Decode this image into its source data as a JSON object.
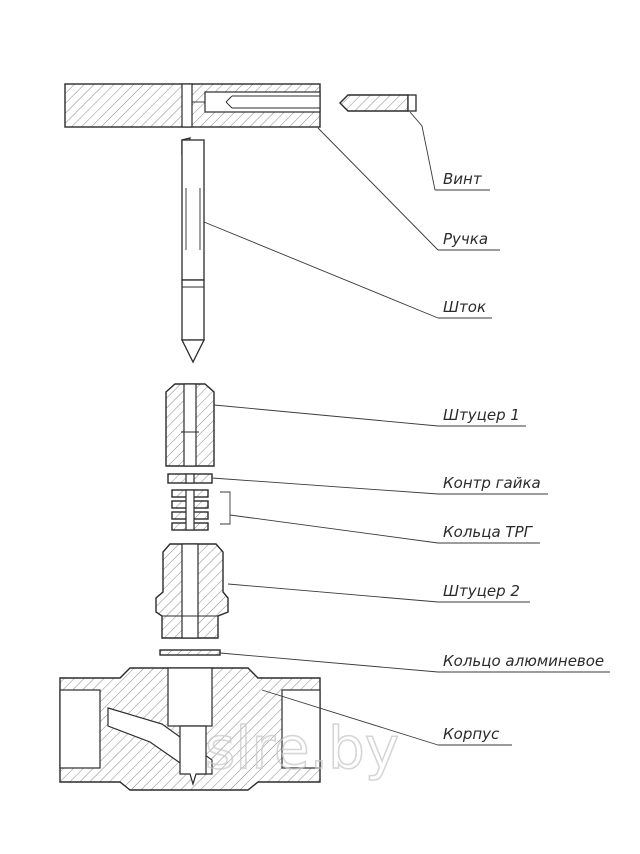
{
  "labels": {
    "vint": "Винт",
    "ruchka": "Ручка",
    "shtok": "Шток",
    "shtutser1": "Штуцер 1",
    "kontr_gaika": "Контр гайка",
    "koltsa_trg": "Кольца ТРГ",
    "shtutser2": "Штуцер 2",
    "koltso_al": "Кольцо алюминевое",
    "korpus": "Корпус"
  },
  "watermark": "slre.by"
}
